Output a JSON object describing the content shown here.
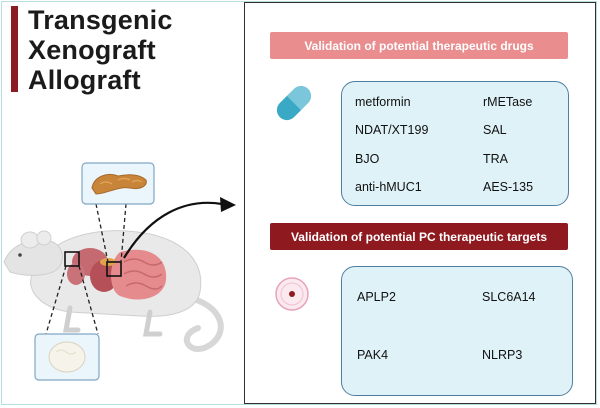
{
  "models": [
    "Transgenic",
    "Xenograft",
    "Allograft"
  ],
  "drugs_banner": "Validation of potential therapeutic drugs",
  "drugs": [
    [
      "metformin",
      "rMETase"
    ],
    [
      "NDAT/XT199",
      "SAL"
    ],
    [
      "BJO",
      "TRA"
    ],
    [
      "anti-hMUC1",
      "AES-135"
    ]
  ],
  "targets_banner": "Validation of potential PC therapeutic targets",
  "targets": [
    [
      "APLP2",
      "SLC6A14"
    ],
    [
      "PAK4",
      "NLRP3"
    ]
  ],
  "icons": {
    "drug": "capsule-icon",
    "target": "target-icon",
    "animal": "mouse-illustration",
    "organ": "pancreas-icon",
    "tumor": "tumor-tissue-icon"
  },
  "colors": {
    "accent_bar": "#8b1c22",
    "drugs_banner": "#e98d8f",
    "targets_banner": "#8e1a1f",
    "list_fill": "#dff2f8",
    "list_border": "#4f7f9f"
  }
}
